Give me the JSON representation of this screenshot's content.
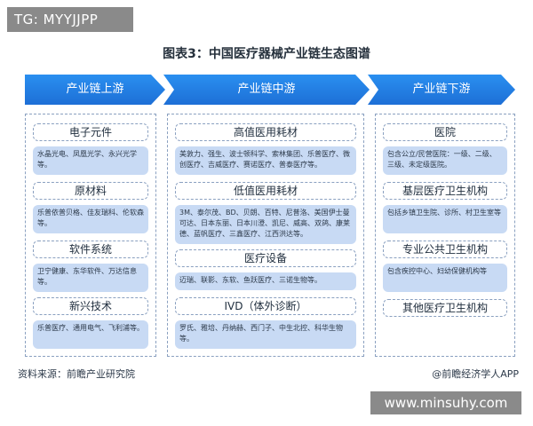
{
  "tag": "TG: MYYJJPP",
  "title": "图表3：中国医疗器械产业链生态图谱",
  "stages": {
    "upstream": "产业链上游",
    "midstream": "产业链中游",
    "downstream": "产业链下游"
  },
  "upstream": {
    "electronics": {
      "title": "电子元件",
      "detail": "水晶光电、凤凰光学、永兴光学等。"
    },
    "materials": {
      "title": "原材料",
      "detail": "乐普依普贝格、佳友瑞科、伦软森等。"
    },
    "software": {
      "title": "软件系统",
      "detail": "卫宁健康、东华软件、万达信息等。"
    },
    "tech": {
      "title": "新兴技术",
      "detail": "乐普医疗、通用电气、飞利浦等。"
    }
  },
  "midstream": {
    "high_value": {
      "title": "高值医用耗材",
      "detail": "美敦力、强生、波士顿科学、索林集团、乐普医疗、微创医疗、吉威医疗、赛诺医疗、普泰医疗等。"
    },
    "low_value": {
      "title": "低值医用耗材",
      "detail": "3M、泰尔茂、BD、贝朗、百特、尼普洛、美国伊士曼可达、日本东丽、日本川澄、凯尼、威高、双鸽、康莱德、蓝帆医疗、三鑫医疗、江西洪达等。"
    },
    "equipment": {
      "title": "医疗设备",
      "detail": "迈瑞、联影、东软、鱼跃医疗、三诺生物等。"
    },
    "ivd": {
      "title": "IVD（体外诊断）",
      "detail": "罗氏、雅培、丹纳赫、西门子、中生北控、科华生物等。"
    }
  },
  "downstream": {
    "hospital": {
      "title": "医院",
      "detail": "包含公立/民营医院：一级、二级、三级、未定级医院。"
    },
    "primary": {
      "title": "基层医疗卫生机构",
      "detail": "包括乡镇卫生院、诊所、村卫生室等"
    },
    "public_health": {
      "title": "专业公共卫生机构",
      "detail": "包含疾控中心、妇幼保健机构等"
    },
    "other": {
      "title": "其他医疗卫生机构"
    }
  },
  "footer": {
    "source": "资料来源：前瞻产业研究院",
    "brand": "@前瞻经济学人APP"
  },
  "watermark": "www.minsuhy.com",
  "colors": {
    "arrow": "#1d6fd6",
    "box_fill": "#c8daf4",
    "border": "#8aa0c0"
  }
}
